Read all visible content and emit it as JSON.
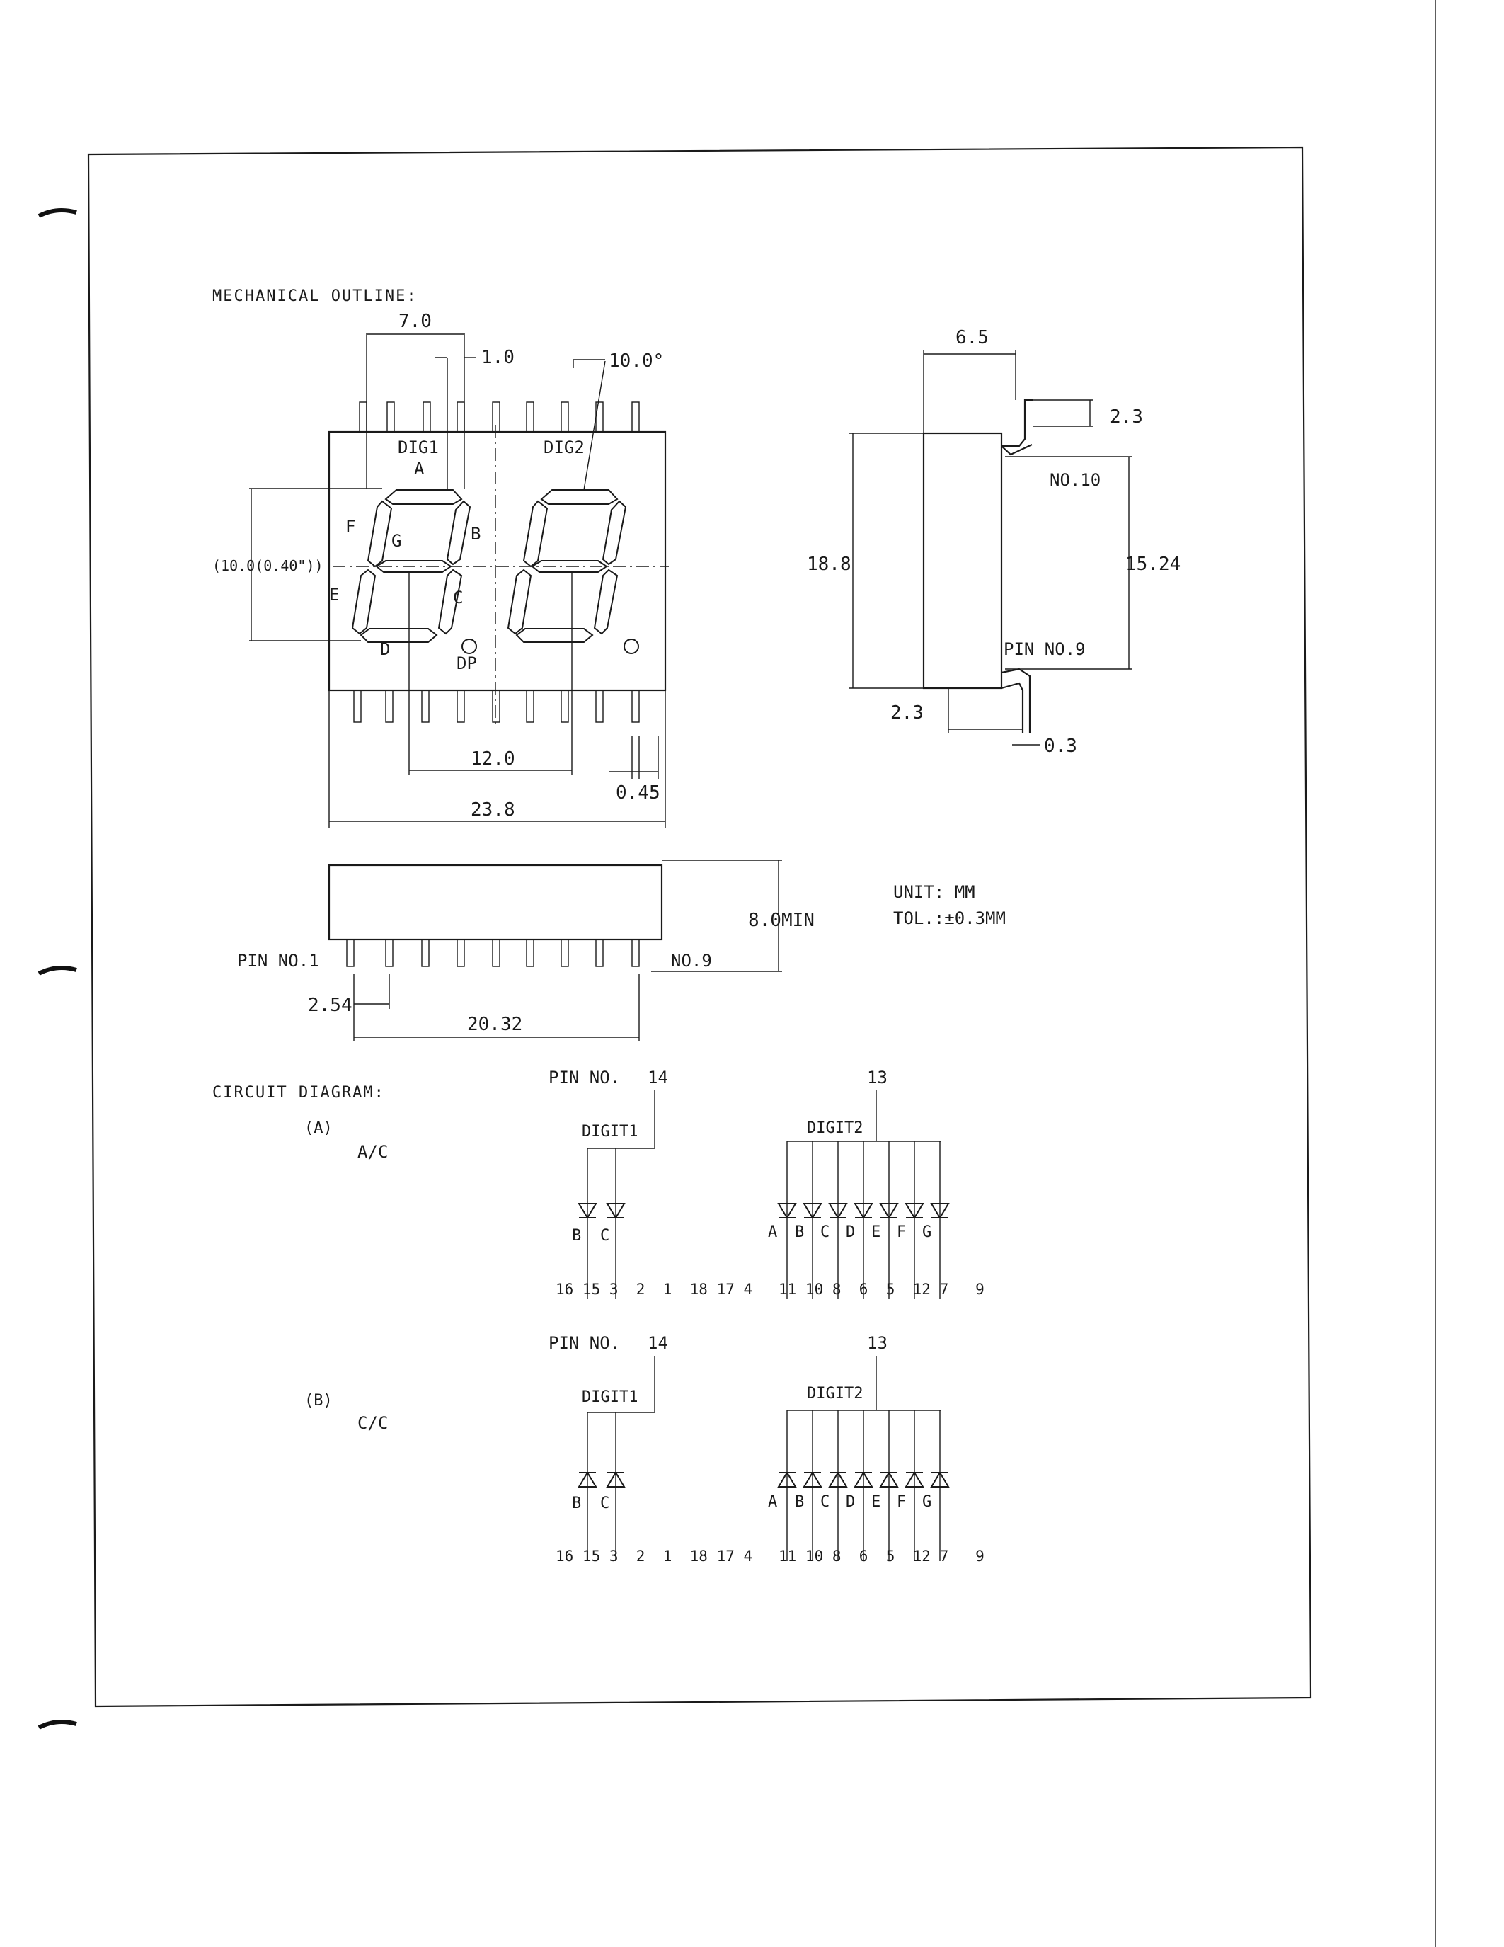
{
  "sections": {
    "mechanical": "MECHANICAL OUTLINE:",
    "circuit": "CIRCUIT DIAGRAM:"
  },
  "digits": {
    "dig1": "DIG1",
    "dig2": "DIG2"
  },
  "segments": {
    "a": "A",
    "b": "B",
    "c": "C",
    "d": "D",
    "e": "E",
    "f": "F",
    "g": "G",
    "dp": "DP"
  },
  "dims": {
    "w7": "7.0",
    "gap1": "1.0",
    "slant": "10.0°",
    "h_digit": "(10.0(0.40\"))",
    "pitch12": "12.0",
    "pin045": "0.45",
    "w238": "23.8",
    "d65": "6.5",
    "d23_top": "2.3",
    "h188": "18.8",
    "h1524": "15.24",
    "d23_bottom": "2.3",
    "d03": "0.3",
    "h8min": "8.0MIN",
    "pitch254": "2.54",
    "span2032": "20.32"
  },
  "pins": {
    "no10": "NO.10",
    "no9_side": "PIN  NO.9",
    "no1": "PIN  NO.1",
    "no9_front": "NO.9"
  },
  "units": {
    "unit": "UNIT: MM",
    "tol": "TOL.:±0.3MM"
  },
  "circuit_a": {
    "tag": "(A)",
    "type": "A/C",
    "pin_label": "PIN NO.",
    "pin_d1": "14",
    "pin_d2": "13",
    "digit1": "DIGIT1",
    "digit2": "DIGIT2",
    "d1_segs": [
      "B",
      "C"
    ],
    "d2_segs": [
      "A",
      "B",
      "C",
      "D",
      "E",
      "F",
      "G"
    ],
    "left_pins": "16 15 3  2  1  18 17 4",
    "right_pins": "11 10 8  6  5  12 7   9"
  },
  "circuit_b": {
    "tag": "(B)",
    "type": "C/C",
    "pin_label": "PIN NO.",
    "pin_d1": "14",
    "pin_d2": "13",
    "digit1": "DIGIT1",
    "digit2": "DIGIT2",
    "d1_segs": [
      "B",
      "C"
    ],
    "d2_segs": [
      "A",
      "B",
      "C",
      "D",
      "E",
      "F",
      "G"
    ],
    "left_pins": "16 15 3  2  1  18 17 4",
    "right_pins": "11 10 8  6  5  12 7   9"
  }
}
